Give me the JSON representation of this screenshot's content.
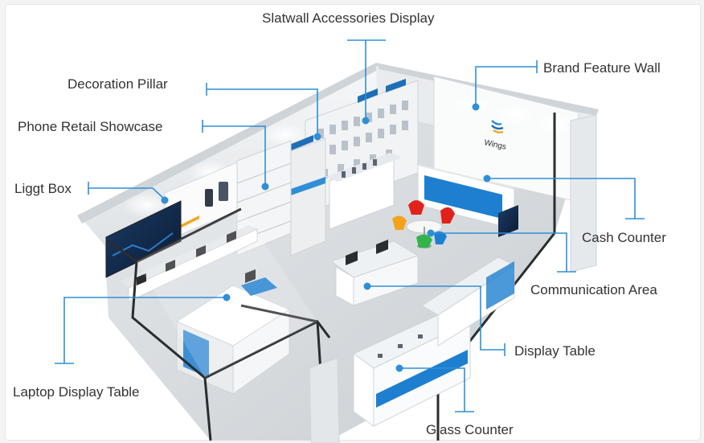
{
  "labels": {
    "slatwall": "Slatwall Accessories Display",
    "brand_wall": "Brand Feature Wall",
    "decoration_pillar": "Decoration Pillar",
    "phone_showcase": "Phone Retail Showcase",
    "light_box": "Liggt Box",
    "cash_counter": "Cash Counter",
    "communication_area": "Communication Area",
    "display_table": "Display Table",
    "laptop_table": "Laptop Display Table",
    "glass_counter": "Glass Counter"
  },
  "brand_logo_text": "Wings",
  "colors": {
    "accent_blue": "#2f8fd6",
    "floor": "#d9dde0",
    "wall": "#eef0f2",
    "frame_dark": "#2a2d30",
    "chair_red": "#e0221b",
    "chair_orange": "#f3a21b",
    "chair_green": "#32b44a",
    "chair_blue": "#1e7fd0"
  }
}
